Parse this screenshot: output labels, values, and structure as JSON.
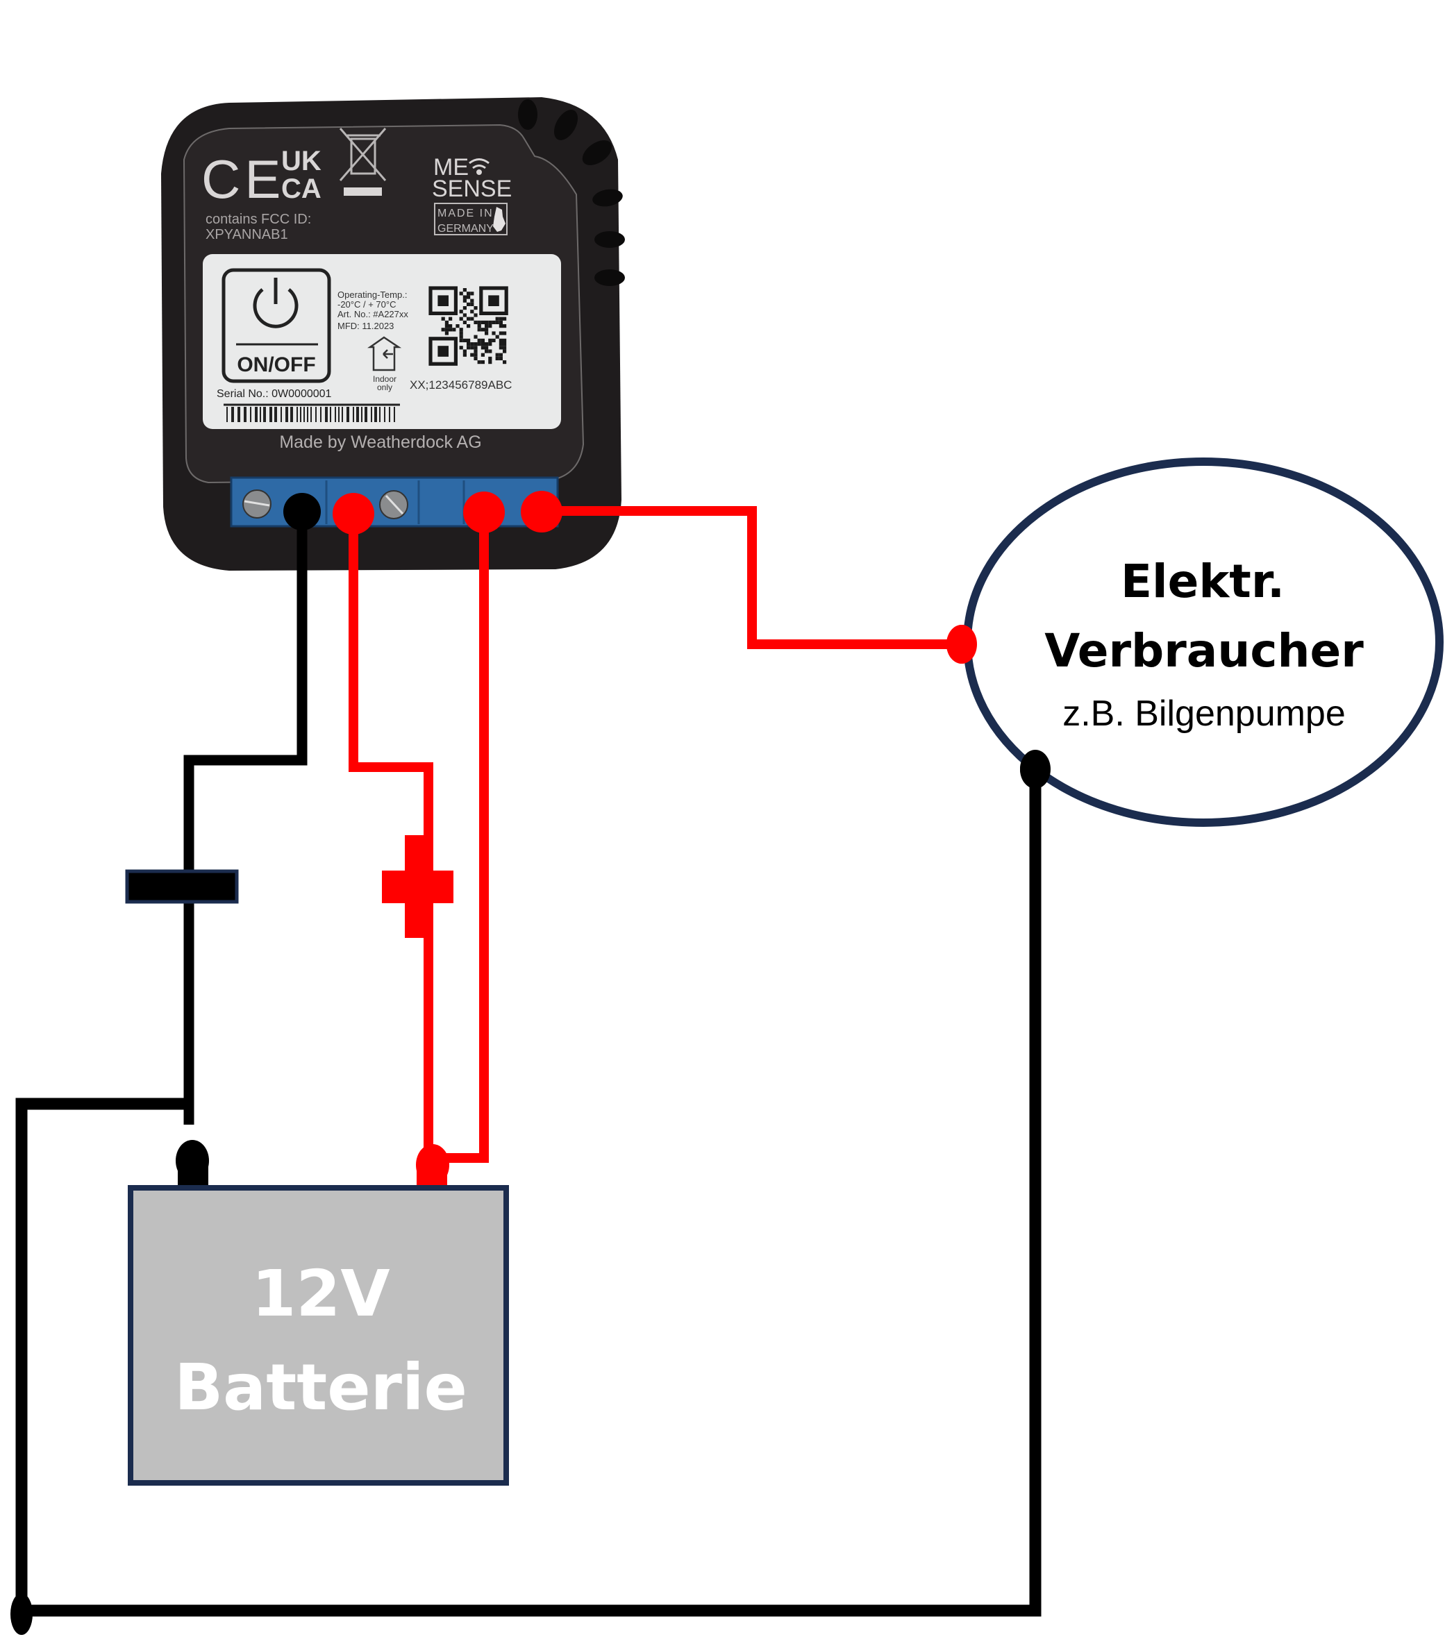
{
  "title": "Anschlussplan Bilgenpumpe an 12V Batterie mit Schaltmodul",
  "colors": {
    "positive_wire": "#ff0000",
    "negative_wire": "#000000",
    "outline": "#1b2c4e",
    "battery_fill": "#bfbfbf",
    "device_body": "#1f1c1d",
    "terminal_block": "#2e6aa6",
    "label_bg": "#e9eaea"
  },
  "device": {
    "marks": {
      "ce": "CE",
      "ukca_line1": "UK",
      "ukca_line2": "CA",
      "weee_icon": "crossed-out-bin-icon"
    },
    "brand_line1": "ME",
    "brand_line2": "SENSE",
    "made_in_line1": "MADE IN",
    "made_in_line2": "GERMANY",
    "fcc_line1": "contains FCC ID:",
    "fcc_line2": "XPYANNAB1",
    "label": {
      "power_button_text": "ON/OFF",
      "operating_temp_label": "Operating-Temp.:",
      "operating_temp_value": "-20°C / + 70°C",
      "art_no": "Art. No.: #A227xx",
      "mfd": "MFD: 11.2023",
      "indoor_line1": "Indoor",
      "indoor_line2": "only",
      "mac": "XX;123456789ABC",
      "serial": "Serial No.: 0W0000001"
    },
    "manufacturer": "Made by Weatherdock AG",
    "terminals": [
      {
        "id": 1,
        "type": "screw"
      },
      {
        "id": 2,
        "type": "wire",
        "connection": "negative"
      },
      {
        "id": 3,
        "type": "wire",
        "connection": "positive"
      },
      {
        "id": 4,
        "type": "screw"
      },
      {
        "id": 5,
        "type": "blank"
      },
      {
        "id": 6,
        "type": "wire",
        "connection": "positive"
      },
      {
        "id": 7,
        "type": "wire",
        "connection": "positive-switched"
      }
    ]
  },
  "load": {
    "line1": "Elektr.",
    "line2": "Verbraucher",
    "line3": "z.B. Bilgenpumpe"
  },
  "battery": {
    "line1": "12V",
    "line2": "Batterie"
  },
  "polarity": {
    "minus": "−",
    "plus": "+"
  },
  "connections": [
    {
      "from": "battery-minus",
      "to": "device-terminal-2",
      "color": "black"
    },
    {
      "from": "battery-plus",
      "to": "device-terminal-3",
      "color": "red"
    },
    {
      "from": "battery-plus",
      "to": "device-terminal-6",
      "color": "red"
    },
    {
      "from": "device-terminal-7",
      "to": "load-plus",
      "color": "red"
    },
    {
      "from": "battery-minus",
      "to": "load-minus",
      "color": "black"
    }
  ]
}
